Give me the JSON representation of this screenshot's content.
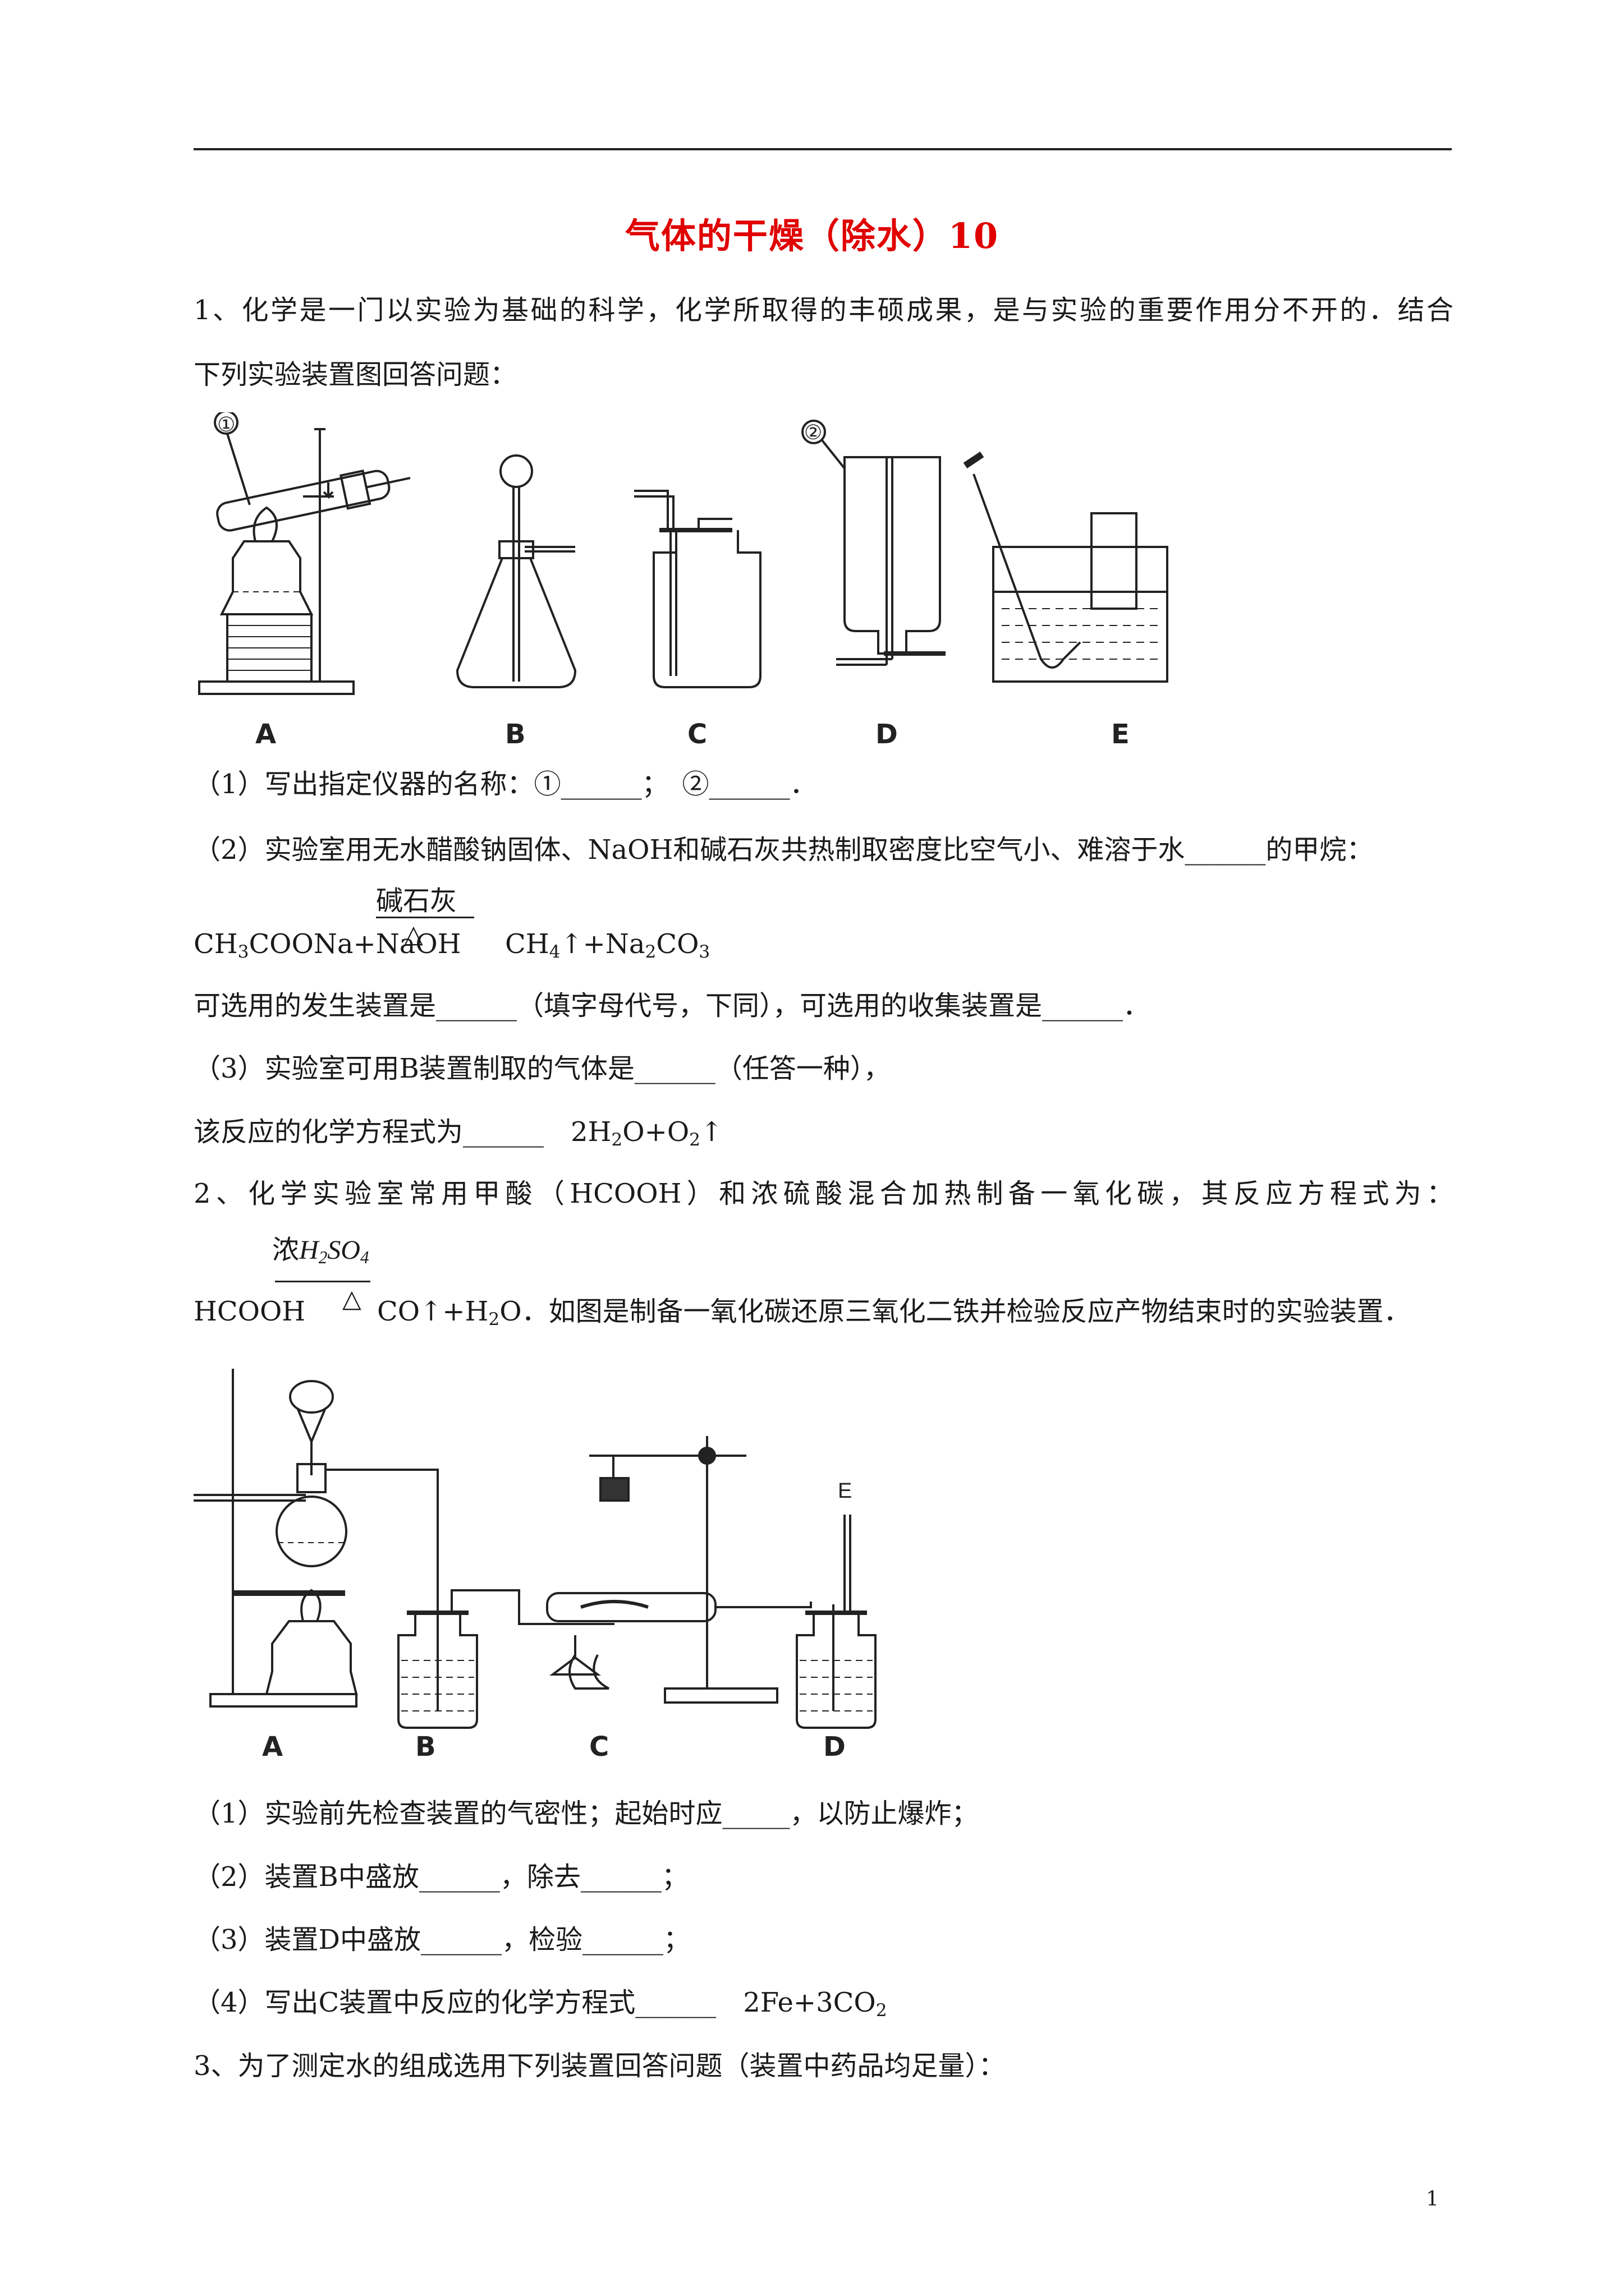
{
  "title": "气体的干燥（除水）10",
  "q1": {
    "intro_line1": "1、化学是一门以实验为基础的科学，化学所取得的丰硕成果，是与实验的重要作用分不开的．结合",
    "intro_line2": "下列实验装置图回答问题：",
    "fig_labels": [
      "A",
      "B",
      "C",
      "D",
      "E"
    ],
    "marker1": "①",
    "marker2": "②",
    "sub1": "（1）写出指定仪器的名称：①______；　②______．",
    "sub2": "（2）实验室用无水醋酸钠固体、NaOH和碱石灰共热制取密度比空气小、难溶于水______的甲烷：",
    "reagent": "碱石灰",
    "eq_left": "CH3COONa+NaOH",
    "eq_right": "CH4↑+Na2CO3",
    "sub2b": "可选用的发生装置是______（填字母代号，下同），可选用的收集装置是______．",
    "sub3": "（3）实验室可用B装置制取的气体是______（任答一种），",
    "sub3b": "该反应的化学方程式为______　2H2O+O2↑"
  },
  "q2": {
    "intro": "2、化学实验室常用甲酸（HCOOH）和浓硫酸混合加热制备一氧化碳，其反应方程式为：",
    "reagent": "浓H2SO4",
    "eq_left": "HCOOH",
    "eq_right": "CO↑+H2O．如图是制备一氧化碳还原三氧化二铁并检验反应产物结束时的实验装置．",
    "fig_labels": [
      "A",
      "B",
      "C",
      "D"
    ],
    "fig_marker_e": "E",
    "sub1": "（1）实验前先检查装置的气密性；起始时应_____，以防止爆炸；",
    "sub2": "（2）装置B中盛放______，除去______；",
    "sub3": "（3）装置D中盛放______，检验______；",
    "sub4": "（4）写出C装置中反应的化学方程式______　2Fe+3CO2"
  },
  "q3": {
    "intro": "3、为了测定水的组成选用下列装置回答问题（装置中药品均足量）："
  },
  "page_number": "1"
}
